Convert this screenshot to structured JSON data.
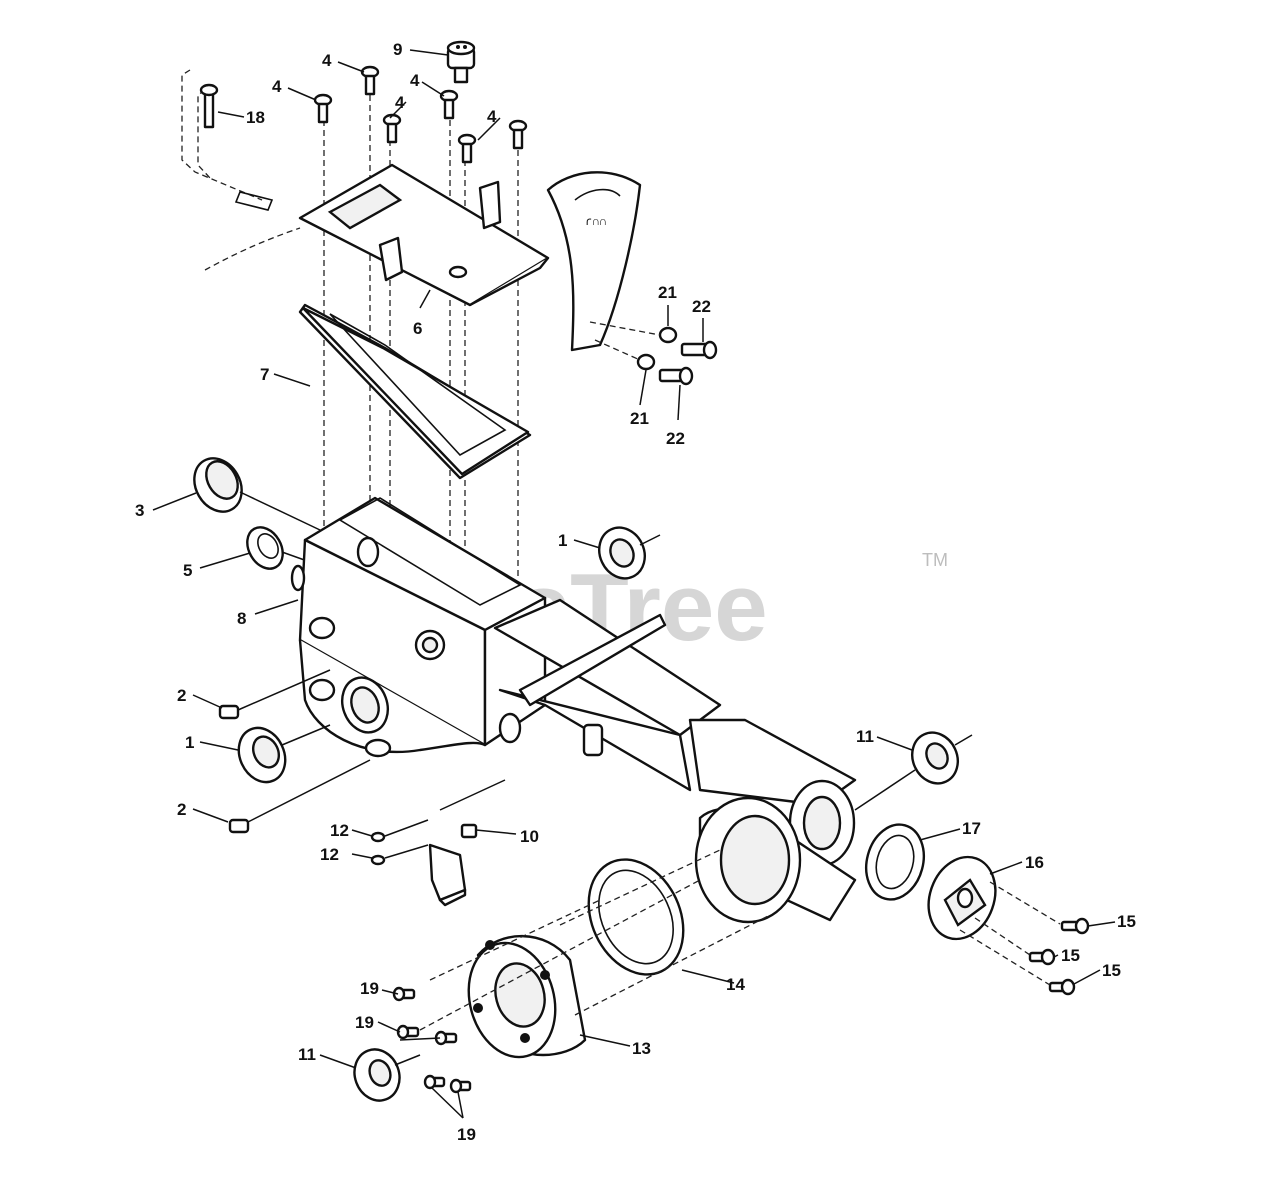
{
  "watermark": {
    "text": "PartsTree",
    "tm": "TM"
  },
  "labels": {
    "l1a": "1",
    "l1b": "1",
    "l2a": "2",
    "l2b": "2",
    "l3": "3",
    "l4a": "4",
    "l4b": "4",
    "l4c": "4",
    "l4d": "4",
    "l4e": "4",
    "l5": "5",
    "l6": "6",
    "l7": "7",
    "l8": "8",
    "l9": "9",
    "l10": "10",
    "l11a": "11",
    "l11b": "11",
    "l12a": "12",
    "l12b": "12",
    "l13": "13",
    "l14": "14",
    "l15a": "15",
    "l15b": "15",
    "l15c": "15",
    "l16": "16",
    "l17": "17",
    "l18": "18",
    "l19a": "19",
    "l19b": "19",
    "l19c": "19",
    "l21a": "21",
    "l21b": "21",
    "l22a": "22",
    "l22b": "22"
  }
}
